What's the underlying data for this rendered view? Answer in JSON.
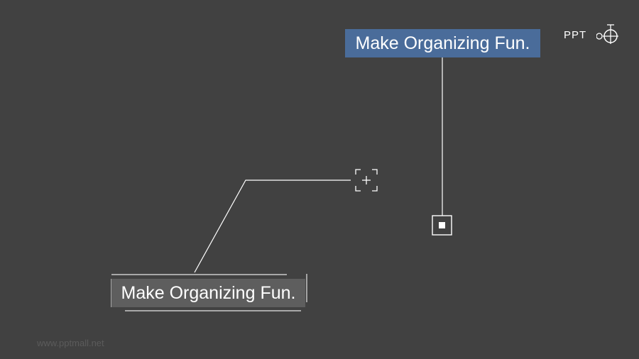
{
  "slide": {
    "background_color": "#414141",
    "accent_color": "#4a6c9a",
    "secondary_box_color": "#5e5e5e"
  },
  "callouts": {
    "top_text": "Make Organizing Fun.",
    "bottom_text": "Make Organizing Fun."
  },
  "logo": {
    "text": "PPT",
    "icon": "target-crosshair-icon"
  },
  "watermark": {
    "text": "www.pptmall.net"
  },
  "markers": {
    "plus_marker_icon": "plus-focus-icon",
    "square_marker_icon": "square-point-icon"
  }
}
